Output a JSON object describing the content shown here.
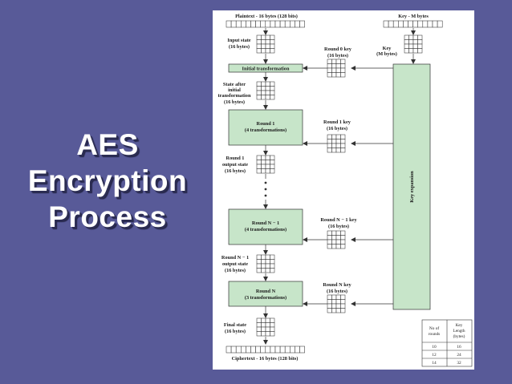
{
  "slide": {
    "title_lines": [
      "AES",
      "Encryption",
      "Process"
    ],
    "background_color": "#585a98"
  },
  "diagram": {
    "plaintext_label": "Plaintext - 16 bytes (128 bits)",
    "key_label": "Key - M bytes",
    "input_state_label": [
      "Input state",
      "(16 bytes)"
    ],
    "key_box_label": [
      "Key",
      "(M bytes)"
    ],
    "initial_transformation_label": "Initial transformation",
    "state_after_label": [
      "State after",
      "initial",
      "transformation",
      "(16 bytes)"
    ],
    "round0_key_label": [
      "Round 0 key",
      "(16 bytes)"
    ],
    "round1_label": [
      "Round 1",
      "(4 transformations)"
    ],
    "round1_key_label": [
      "Round 1 key",
      "(16 bytes)"
    ],
    "round1_output_label": [
      "Round 1",
      "output state",
      "(16 bytes)"
    ],
    "roundN1_label": [
      "Round N − 1",
      "(4 transformations)"
    ],
    "roundN1_key_label": [
      "Round N − 1 key",
      "(16 bytes)"
    ],
    "roundN1_output_label": [
      "Round N − 1",
      "output state",
      "(16 bytes)"
    ],
    "roundN_label": [
      "Round N",
      "(3 transformations)"
    ],
    "roundN_key_label": [
      "Round N key",
      "(16 bytes)"
    ],
    "final_state_label": [
      "Final state",
      "(16 bytes)"
    ],
    "key_expansion_label": "Key expansion",
    "ciphertext_label": "Ciphertext - 16 bytes (128 bits)",
    "box_fill_color": "#c7e5c9",
    "table": {
      "headers": [
        [
          "No of",
          "rounds"
        ],
        [
          "Key",
          "Length",
          "(bytes)"
        ]
      ],
      "rows": [
        [
          "10",
          "16"
        ],
        [
          "12",
          "24"
        ],
        [
          "14",
          "32"
        ]
      ]
    }
  }
}
